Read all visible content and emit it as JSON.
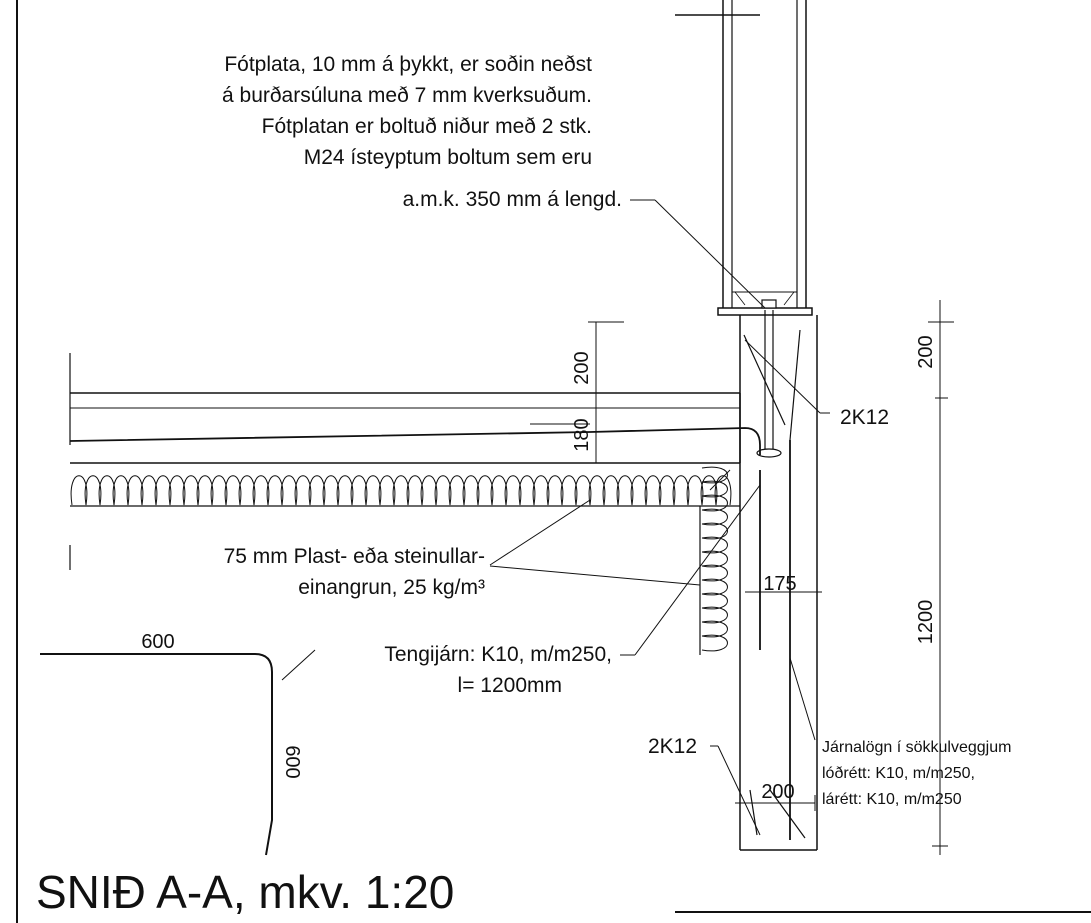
{
  "notes": {
    "footplate": [
      "Fótplata, 10 mm á þykkt, er soðin neðst",
      "á burðarsúluna með 7 mm kverksuðum.",
      "Fótplatan er boltuð niður með 2 stk.",
      "M24 ísteyptum boltum sem eru",
      "a.m.k. 350 mm á lengd."
    ],
    "insulation": [
      "75 mm Plast- eða steinullar-",
      "einangrun, 25 kg/m³"
    ],
    "dowel": [
      "Tengijárn: K10, m/m250,",
      "l= 1200mm"
    ],
    "reinforcement": [
      "Járnalögn í sökkulveggjum",
      "lóðrétt: K10, m/m250,",
      "lárétt: K10, m/m250"
    ]
  },
  "labels": {
    "rebar_top": "2K12",
    "rebar_bottom": "2K12"
  },
  "dimensions": {
    "slab_upper": "200",
    "slab_thickness": "180",
    "wall_offset": "175",
    "right_top": "200",
    "right_height": "1200",
    "bar_horizontal": "600",
    "bar_vertical": "600",
    "wall_width": "200"
  },
  "title": "SNIÐ A-A, mkv. 1:20"
}
